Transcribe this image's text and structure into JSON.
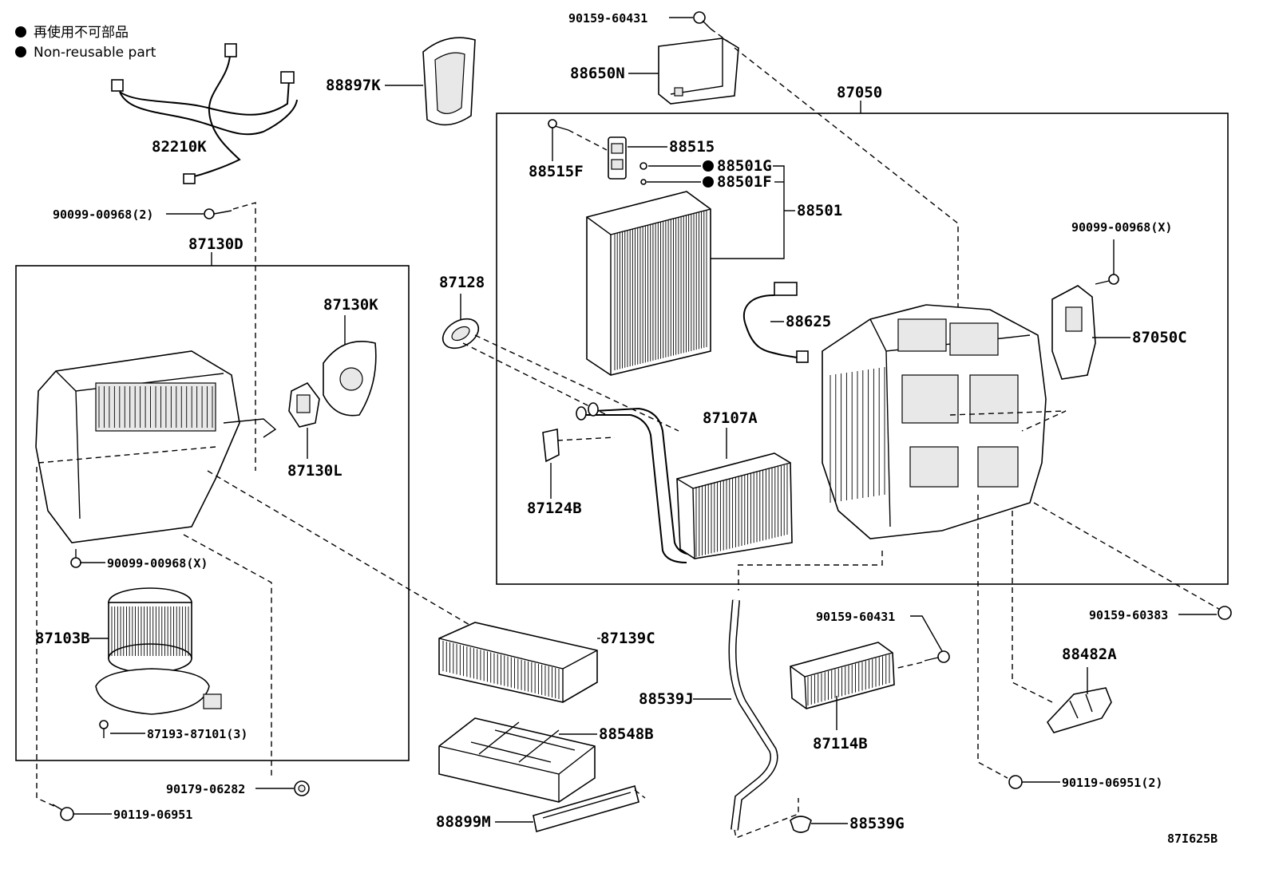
{
  "legend": {
    "jp": "再使用不可部品",
    "en": "Non-reusable part"
  },
  "diagram_id": "87I625B",
  "parts": {
    "p82210K": "82210K",
    "p88897K": "88897K",
    "p90159_60431_top": "90159-60431",
    "p88650N": "88650N",
    "p87050": "87050",
    "p88515": "88515",
    "p88515F": "88515F",
    "p88501G": "88501G",
    "p88501F": "88501F",
    "p88501": "88501",
    "p90099_00968_2": "90099-00968(2)",
    "p87130D": "87130D",
    "p87130K": "87130K",
    "p87130L": "87130L",
    "p87128": "87128",
    "p88625": "88625",
    "p90099_00968_X_right": "90099-00968(X)",
    "p87050C": "87050C",
    "p87107A": "87107A",
    "p87124B": "87124B",
    "p90099_00968_X_left": "90099-00968(X)",
    "p87103B": "87103B",
    "p87193_87101": "87193-87101(3)",
    "p87139C": "87139C",
    "p90159_60431_mid": "90159-60431",
    "p90159_60383": "90159-60383",
    "p88482A": "88482A",
    "p88539J": "88539J",
    "p88548B": "88548B",
    "p87114B": "87114B",
    "p90179_06282": "90179-06282",
    "p90119_06951": "90119-06951",
    "p90119_06951_2": "90119-06951(2)",
    "p88899M": "88899M",
    "p88539G": "88539G"
  }
}
